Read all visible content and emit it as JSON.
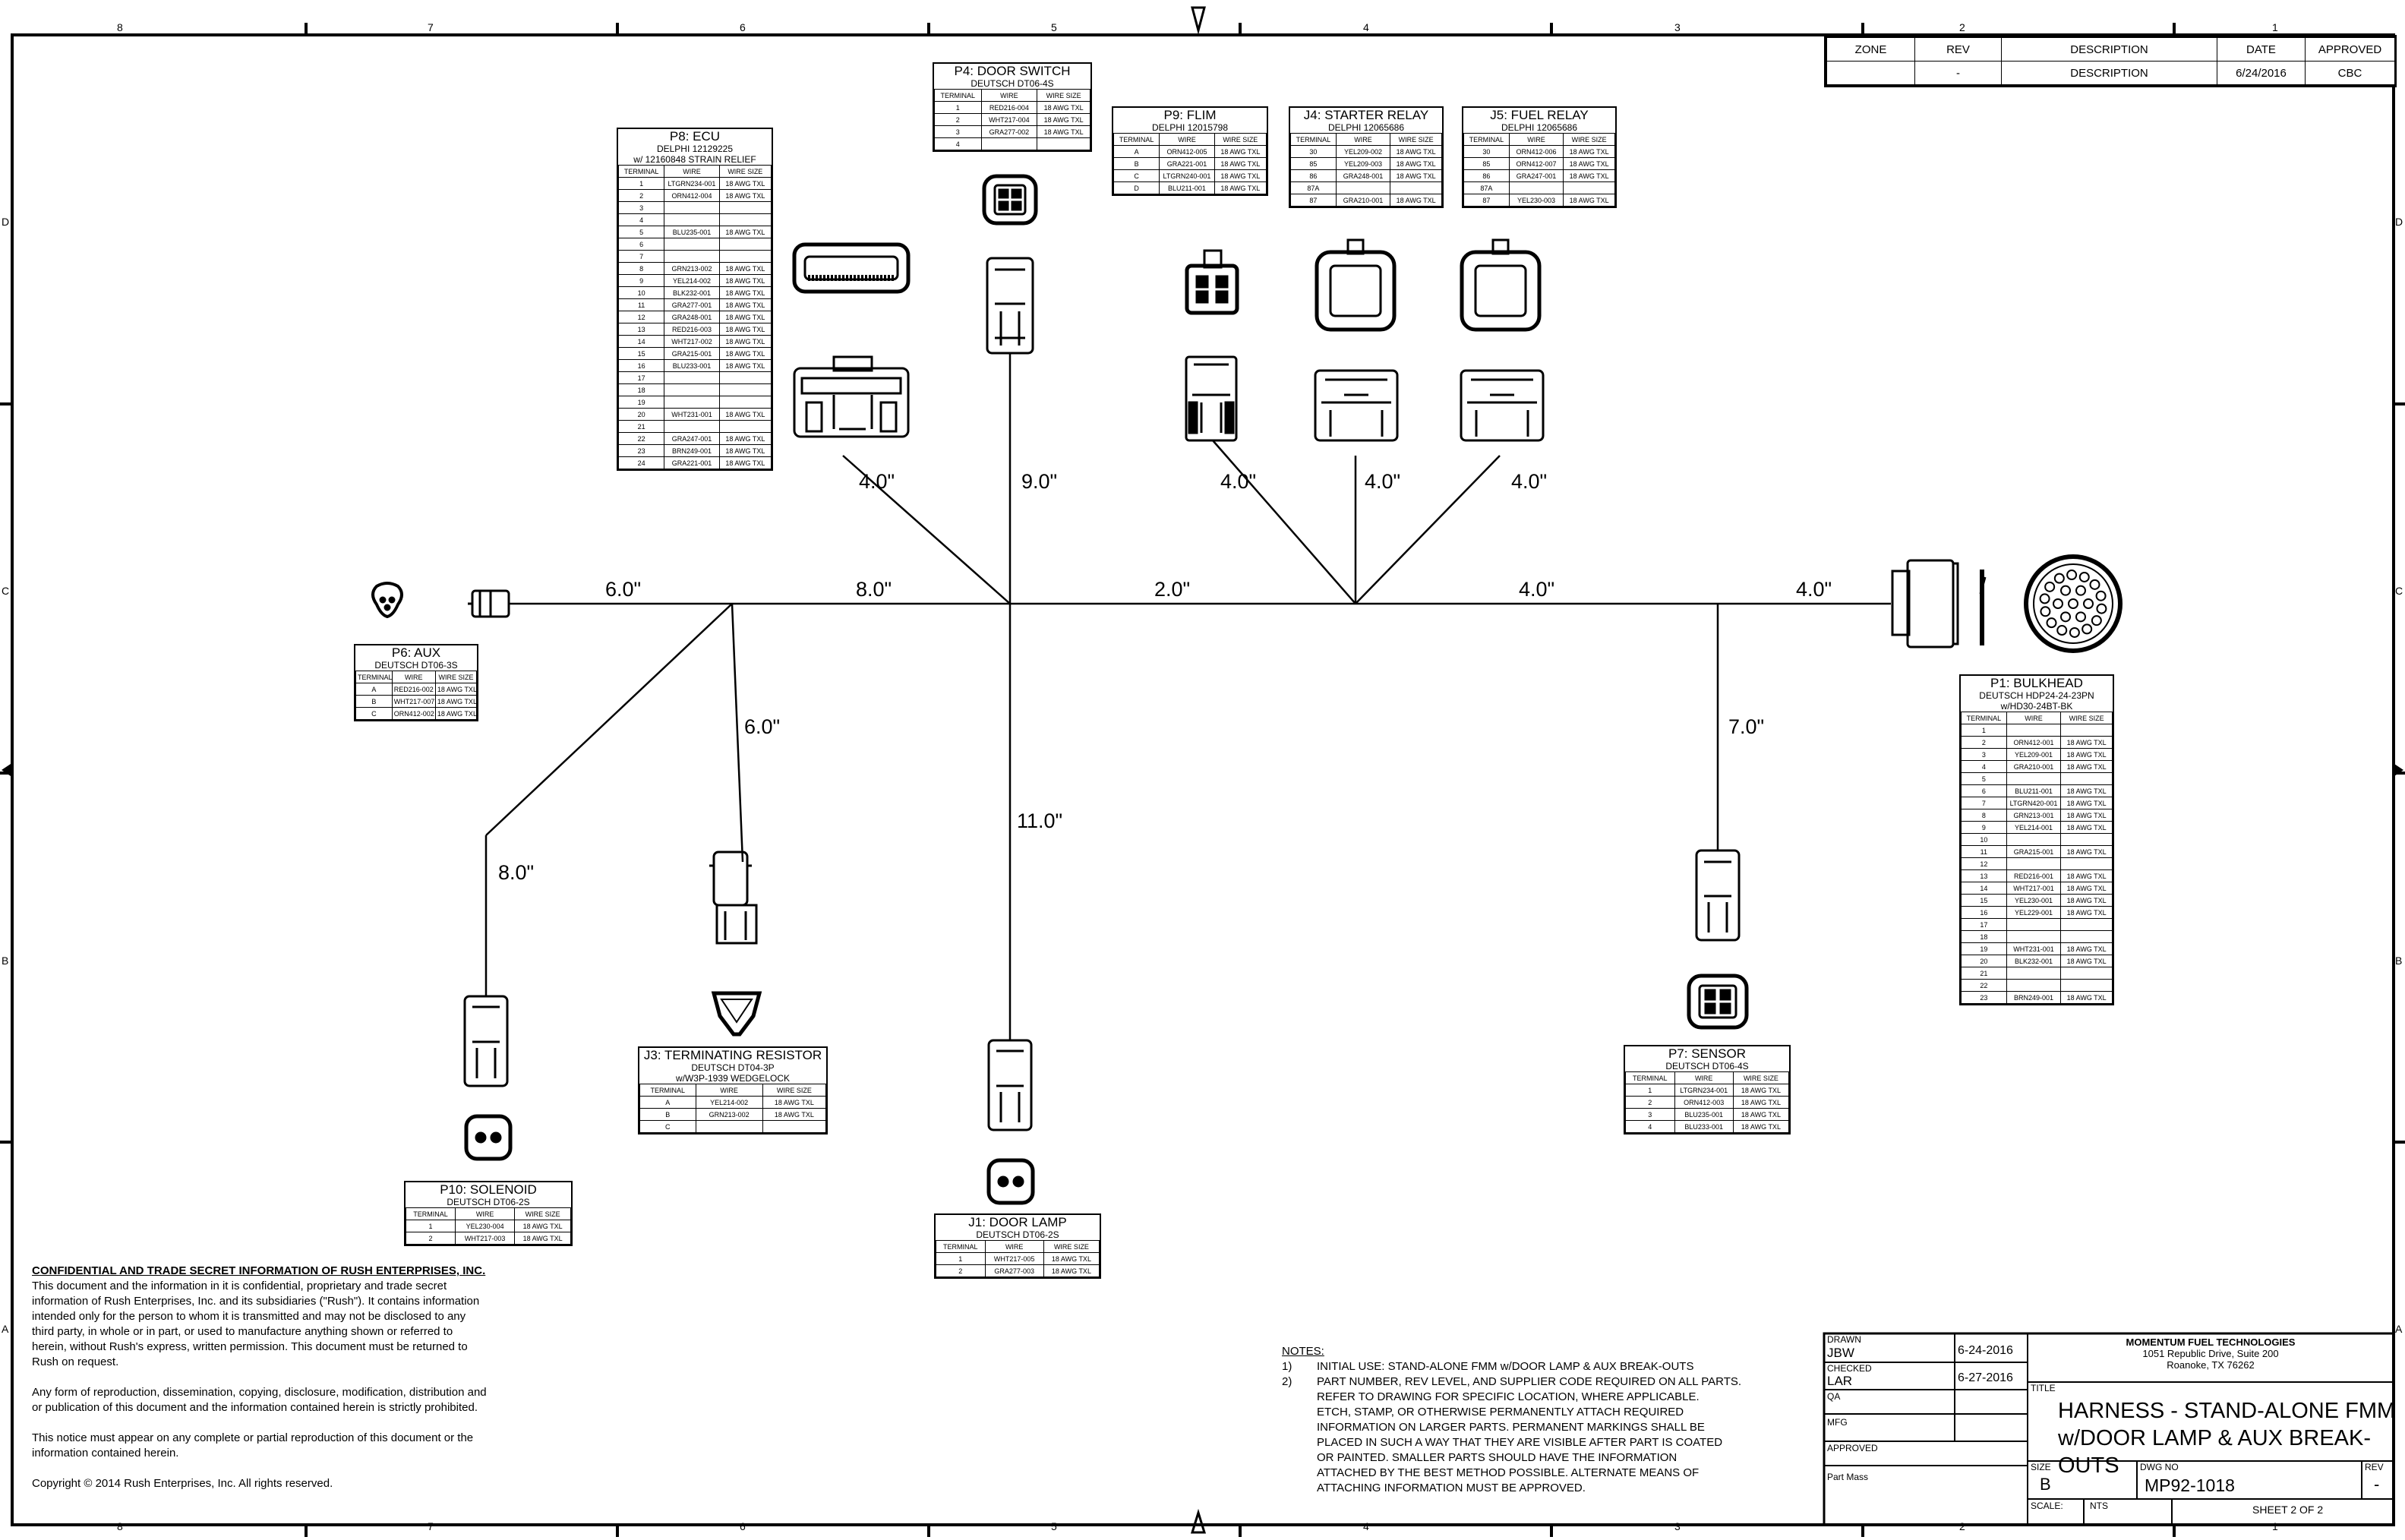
{
  "border": {
    "cols": [
      "8",
      "7",
      "6",
      "5",
      "4",
      "3",
      "2",
      "1"
    ],
    "rows": [
      "D",
      "C",
      "B",
      "A"
    ]
  },
  "revision": {
    "headers": [
      "ZONE",
      "REV",
      "DESCRIPTION",
      "DATE",
      "APPROVED"
    ],
    "row": [
      "",
      "-",
      "DESCRIPTION",
      "6/24/2016",
      "CBC"
    ]
  },
  "lengths": [
    "4.0\"",
    "9.0\"",
    "4.0\"",
    "4.0\"",
    "4.0\"",
    "6.0\"",
    "8.0\"",
    "2.0\"",
    "4.0\"",
    "4.0\"",
    "6.0\"",
    "7.0\"",
    "11.0\"",
    "8.0\""
  ],
  "connectors": {
    "p8": {
      "title": "P8: ECU",
      "sub": [
        "DELPHI 12129225",
        "w/ 12160848 STRAIN RELIEF"
      ],
      "head": [
        "TERMINAL",
        "WIRE",
        "WIRE SIZE"
      ],
      "rows": [
        [
          "1",
          "LTGRN234-001",
          "18 AWG TXL"
        ],
        [
          "2",
          "ORN412-004",
          "18 AWG TXL"
        ],
        [
          "3",
          "",
          ""
        ],
        [
          "4",
          "",
          ""
        ],
        [
          "5",
          "BLU235-001",
          "18 AWG TXL"
        ],
        [
          "6",
          "",
          ""
        ],
        [
          "7",
          "",
          ""
        ],
        [
          "8",
          "GRN213-002",
          "18 AWG TXL"
        ],
        [
          "9",
          "YEL214-002",
          "18 AWG TXL"
        ],
        [
          "10",
          "BLK232-001",
          "18 AWG TXL"
        ],
        [
          "11",
          "GRA277-001",
          "18 AWG TXL"
        ],
        [
          "12",
          "GRA248-001",
          "18 AWG TXL"
        ],
        [
          "13",
          "RED216-003",
          "18 AWG TXL"
        ],
        [
          "14",
          "WHT217-002",
          "18 AWG TXL"
        ],
        [
          "15",
          "GRA215-001",
          "18 AWG TXL"
        ],
        [
          "16",
          "BLU233-001",
          "18 AWG TXL"
        ],
        [
          "17",
          "",
          ""
        ],
        [
          "18",
          "",
          ""
        ],
        [
          "19",
          "",
          ""
        ],
        [
          "20",
          "WHT231-001",
          "18 AWG TXL"
        ],
        [
          "21",
          "",
          ""
        ],
        [
          "22",
          "GRA247-001",
          "18 AWG TXL"
        ],
        [
          "23",
          "BRN249-001",
          "18 AWG TXL"
        ],
        [
          "24",
          "GRA221-001",
          "18 AWG TXL"
        ]
      ]
    },
    "p4": {
      "title": "P4: DOOR SWITCH",
      "sub": [
        "DEUTSCH DT06-4S"
      ],
      "head": [
        "TERMINAL",
        "WIRE",
        "WIRE SIZE"
      ],
      "rows": [
        [
          "1",
          "RED216-004",
          "18 AWG TXL"
        ],
        [
          "2",
          "WHT217-004",
          "18 AWG TXL"
        ],
        [
          "3",
          "GRA277-002",
          "18 AWG TXL"
        ],
        [
          "4",
          "",
          ""
        ]
      ]
    },
    "p9": {
      "title": "P9: FLIM",
      "sub": [
        "DELPHI 12015798"
      ],
      "head": [
        "TERMINAL",
        "WIRE",
        "WIRE SIZE"
      ],
      "rows": [
        [
          "A",
          "ORN412-005",
          "18 AWG TXL"
        ],
        [
          "B",
          "GRA221-001",
          "18 AWG TXL"
        ],
        [
          "C",
          "LTGRN240-001",
          "18 AWG TXL"
        ],
        [
          "D",
          "BLU211-001",
          "18 AWG TXL"
        ]
      ]
    },
    "j4": {
      "title": "J4: STARTER RELAY",
      "sub": [
        "DELPHI 12065686"
      ],
      "head": [
        "TERMINAL",
        "WIRE",
        "WIRE SIZE"
      ],
      "rows": [
        [
          "30",
          "YEL209-002",
          "18 AWG TXL"
        ],
        [
          "85",
          "YEL209-003",
          "18 AWG TXL"
        ],
        [
          "86",
          "GRA248-001",
          "18 AWG TXL"
        ],
        [
          "87A",
          "",
          ""
        ],
        [
          "87",
          "GRA210-001",
          "18 AWG TXL"
        ]
      ]
    },
    "j5": {
      "title": "J5: FUEL RELAY",
      "sub": [
        "DELPHI 12065686"
      ],
      "head": [
        "TERMINAL",
        "WIRE",
        "WIRE SIZE"
      ],
      "rows": [
        [
          "30",
          "ORN412-006",
          "18 AWG TXL"
        ],
        [
          "85",
          "ORN412-007",
          "18 AWG TXL"
        ],
        [
          "86",
          "GRA247-001",
          "18 AWG TXL"
        ],
        [
          "87A",
          "",
          ""
        ],
        [
          "87",
          "YEL230-003",
          "18 AWG TXL"
        ]
      ]
    },
    "p6": {
      "title": "P6: AUX",
      "sub": [
        "DEUTSCH DT06-3S"
      ],
      "head": [
        "TERMINAL",
        "WIRE",
        "WIRE SIZE"
      ],
      "rows": [
        [
          "A",
          "RED216-002",
          "18 AWG TXL"
        ],
        [
          "B",
          "WHT217-007",
          "18 AWG TXL"
        ],
        [
          "C",
          "ORN412-002",
          "18 AWG TXL"
        ]
      ]
    },
    "p1": {
      "title": "P1: BULKHEAD",
      "sub": [
        "DEUTSCH HDP24-24-23PN",
        "w/HD30-24BT-BK"
      ],
      "head": [
        "TERMINAL",
        "WIRE",
        "WIRE SIZE"
      ],
      "rows": [
        [
          "1",
          "",
          ""
        ],
        [
          "2",
          "ORN412-001",
          "18 AWG TXL"
        ],
        [
          "3",
          "YEL209-001",
          "18 AWG TXL"
        ],
        [
          "4",
          "GRA210-001",
          "18 AWG TXL"
        ],
        [
          "5",
          "",
          ""
        ],
        [
          "6",
          "BLU211-001",
          "18 AWG TXL"
        ],
        [
          "7",
          "LTGRN420-001",
          "18 AWG TXL"
        ],
        [
          "8",
          "GRN213-001",
          "18 AWG TXL"
        ],
        [
          "9",
          "YEL214-001",
          "18 AWG TXL"
        ],
        [
          "10",
          "",
          ""
        ],
        [
          "11",
          "GRA215-001",
          "18 AWG TXL"
        ],
        [
          "12",
          "",
          ""
        ],
        [
          "13",
          "RED216-001",
          "18 AWG TXL"
        ],
        [
          "14",
          "WHT217-001",
          "18 AWG TXL"
        ],
        [
          "15",
          "YEL230-001",
          "18 AWG TXL"
        ],
        [
          "16",
          "YEL229-001",
          "18 AWG TXL"
        ],
        [
          "17",
          "",
          ""
        ],
        [
          "18",
          "",
          ""
        ],
        [
          "19",
          "WHT231-001",
          "18 AWG TXL"
        ],
        [
          "20",
          "BLK232-001",
          "18 AWG TXL"
        ],
        [
          "21",
          "",
          ""
        ],
        [
          "22",
          "",
          ""
        ],
        [
          "23",
          "BRN249-001",
          "18 AWG TXL"
        ]
      ]
    },
    "j3": {
      "title": "J3: TERMINATING RESISTOR",
      "sub": [
        "DEUTSCH DT04-3P",
        "w/W3P-1939 WEDGELOCK"
      ],
      "head": [
        "TERMINAL",
        "WIRE",
        "WIRE SIZE"
      ],
      "rows": [
        [
          "A",
          "YEL214-002",
          "18 AWG TXL"
        ],
        [
          "B",
          "GRN213-002",
          "18 AWG TXL"
        ],
        [
          "C",
          "",
          ""
        ]
      ]
    },
    "p7": {
      "title": "P7: SENSOR",
      "sub": [
        "DEUTSCH DT06-4S"
      ],
      "head": [
        "TERMINAL",
        "WIRE",
        "WIRE SIZE"
      ],
      "rows": [
        [
          "1",
          "LTGRN234-001",
          "18 AWG TXL"
        ],
        [
          "2",
          "ORN412-003",
          "18 AWG TXL"
        ],
        [
          "3",
          "BLU235-001",
          "18 AWG TXL"
        ],
        [
          "4",
          "BLU233-001",
          "18 AWG TXL"
        ]
      ]
    },
    "p10": {
      "title": "P10: SOLENOID",
      "sub": [
        "DEUTSCH DT06-2S"
      ],
      "head": [
        "TERMINAL",
        "WIRE",
        "WIRE SIZE"
      ],
      "rows": [
        [
          "1",
          "YEL230-004",
          "18 AWG TXL"
        ],
        [
          "2",
          "WHT217-003",
          "18 AWG TXL"
        ]
      ]
    },
    "j1": {
      "title": "J1: DOOR LAMP",
      "sub": [
        "DEUTSCH DT06-2S"
      ],
      "head": [
        "TERMINAL",
        "WIRE",
        "WIRE SIZE"
      ],
      "rows": [
        [
          "1",
          "WHT217-005",
          "18 AWG TXL"
        ],
        [
          "2",
          "GRA277-003",
          "18 AWG TXL"
        ]
      ]
    }
  },
  "confidential": {
    "heading": "CONFIDENTIAL AND TRADE SECRET INFORMATION OF RUSH ENTERPRISES, INC.",
    "p1": [
      "This document and the information in it is confidential, proprietary and trade secret",
      "information of Rush Enterprises, Inc. and its subsidiaries (\"Rush\"). It contains information",
      "intended only for the person to whom it is transmitted and may not be disclosed to any",
      "third party, in whole or in part, or used to manufacture anything shown or referred to",
      "herein, without Rush's express, written permission. This document must be returned to",
      "Rush on request."
    ],
    "p2": [
      "Any form of reproduction, dissemination, copying, disclosure, modification, distribution and",
      "or publication of this document and the information contained herein is strictly prohibited."
    ],
    "p3": [
      "This notice must appear on any complete or partial reproduction of this document or the",
      "information contained herein."
    ],
    "copyright": "Copyright © 2014 Rush Enterprises, Inc. All rights reserved."
  },
  "notes": {
    "heading": "NOTES:",
    "n1_num": "1)",
    "n1": "INITIAL USE: STAND-ALONE FMM w/DOOR LAMP & AUX BREAK-OUTS",
    "n2_num": "2)",
    "n2": [
      "PART NUMBER, REV LEVEL, AND SUPPLIER CODE REQUIRED ON ALL PARTS.",
      "REFER TO DRAWING FOR SPECIFIC LOCATION, WHERE APPLICABLE.",
      "ETCH, STAMP, OR OTHERWISE PERMANENTLY ATTACH REQUIRED",
      "INFORMATION ON LARGER PARTS. PERMANENT MARKINGS SHALL BE",
      "PLACED IN SUCH A WAY THAT THEY ARE VISIBLE AFTER PART IS COATED",
      "OR PAINTED. SMALLER PARTS SHOULD HAVE THE INFORMATION",
      "ATTACHED BY THE BEST METHOD POSSIBLE. ALTERNATE MEANS OF",
      "ATTACHING INFORMATION MUST BE APPROVED."
    ]
  },
  "titleblock": {
    "drawn_label": "DRAWN",
    "drawn": "JBW",
    "drawn_date": "6-24-2016",
    "checked_label": "CHECKED",
    "checked": "LAR",
    "checked_date": "6-27-2016",
    "qa": "QA",
    "mfg": "MFG",
    "approved": "APPROVED",
    "part_mass": "Part Mass",
    "company": "MOMENTUM FUEL TECHNOLOGIES",
    "addr1": "1051 Republic Drive, Suite 200",
    "addr2": "Roanoke, TX  76262",
    "title_label": "TITLE",
    "title1": "HARNESS - STAND-ALONE FMM",
    "title2": "w/DOOR LAMP & AUX BREAK-OUTS",
    "size_label": "SIZE",
    "size": "B",
    "dwg_label": "DWG NO",
    "dwg": "MP92-1018",
    "rev_label": "REV",
    "rev": "-",
    "scale_label": "SCALE:",
    "scale": "NTS",
    "sheet": "SHEET 2  OF 2"
  }
}
